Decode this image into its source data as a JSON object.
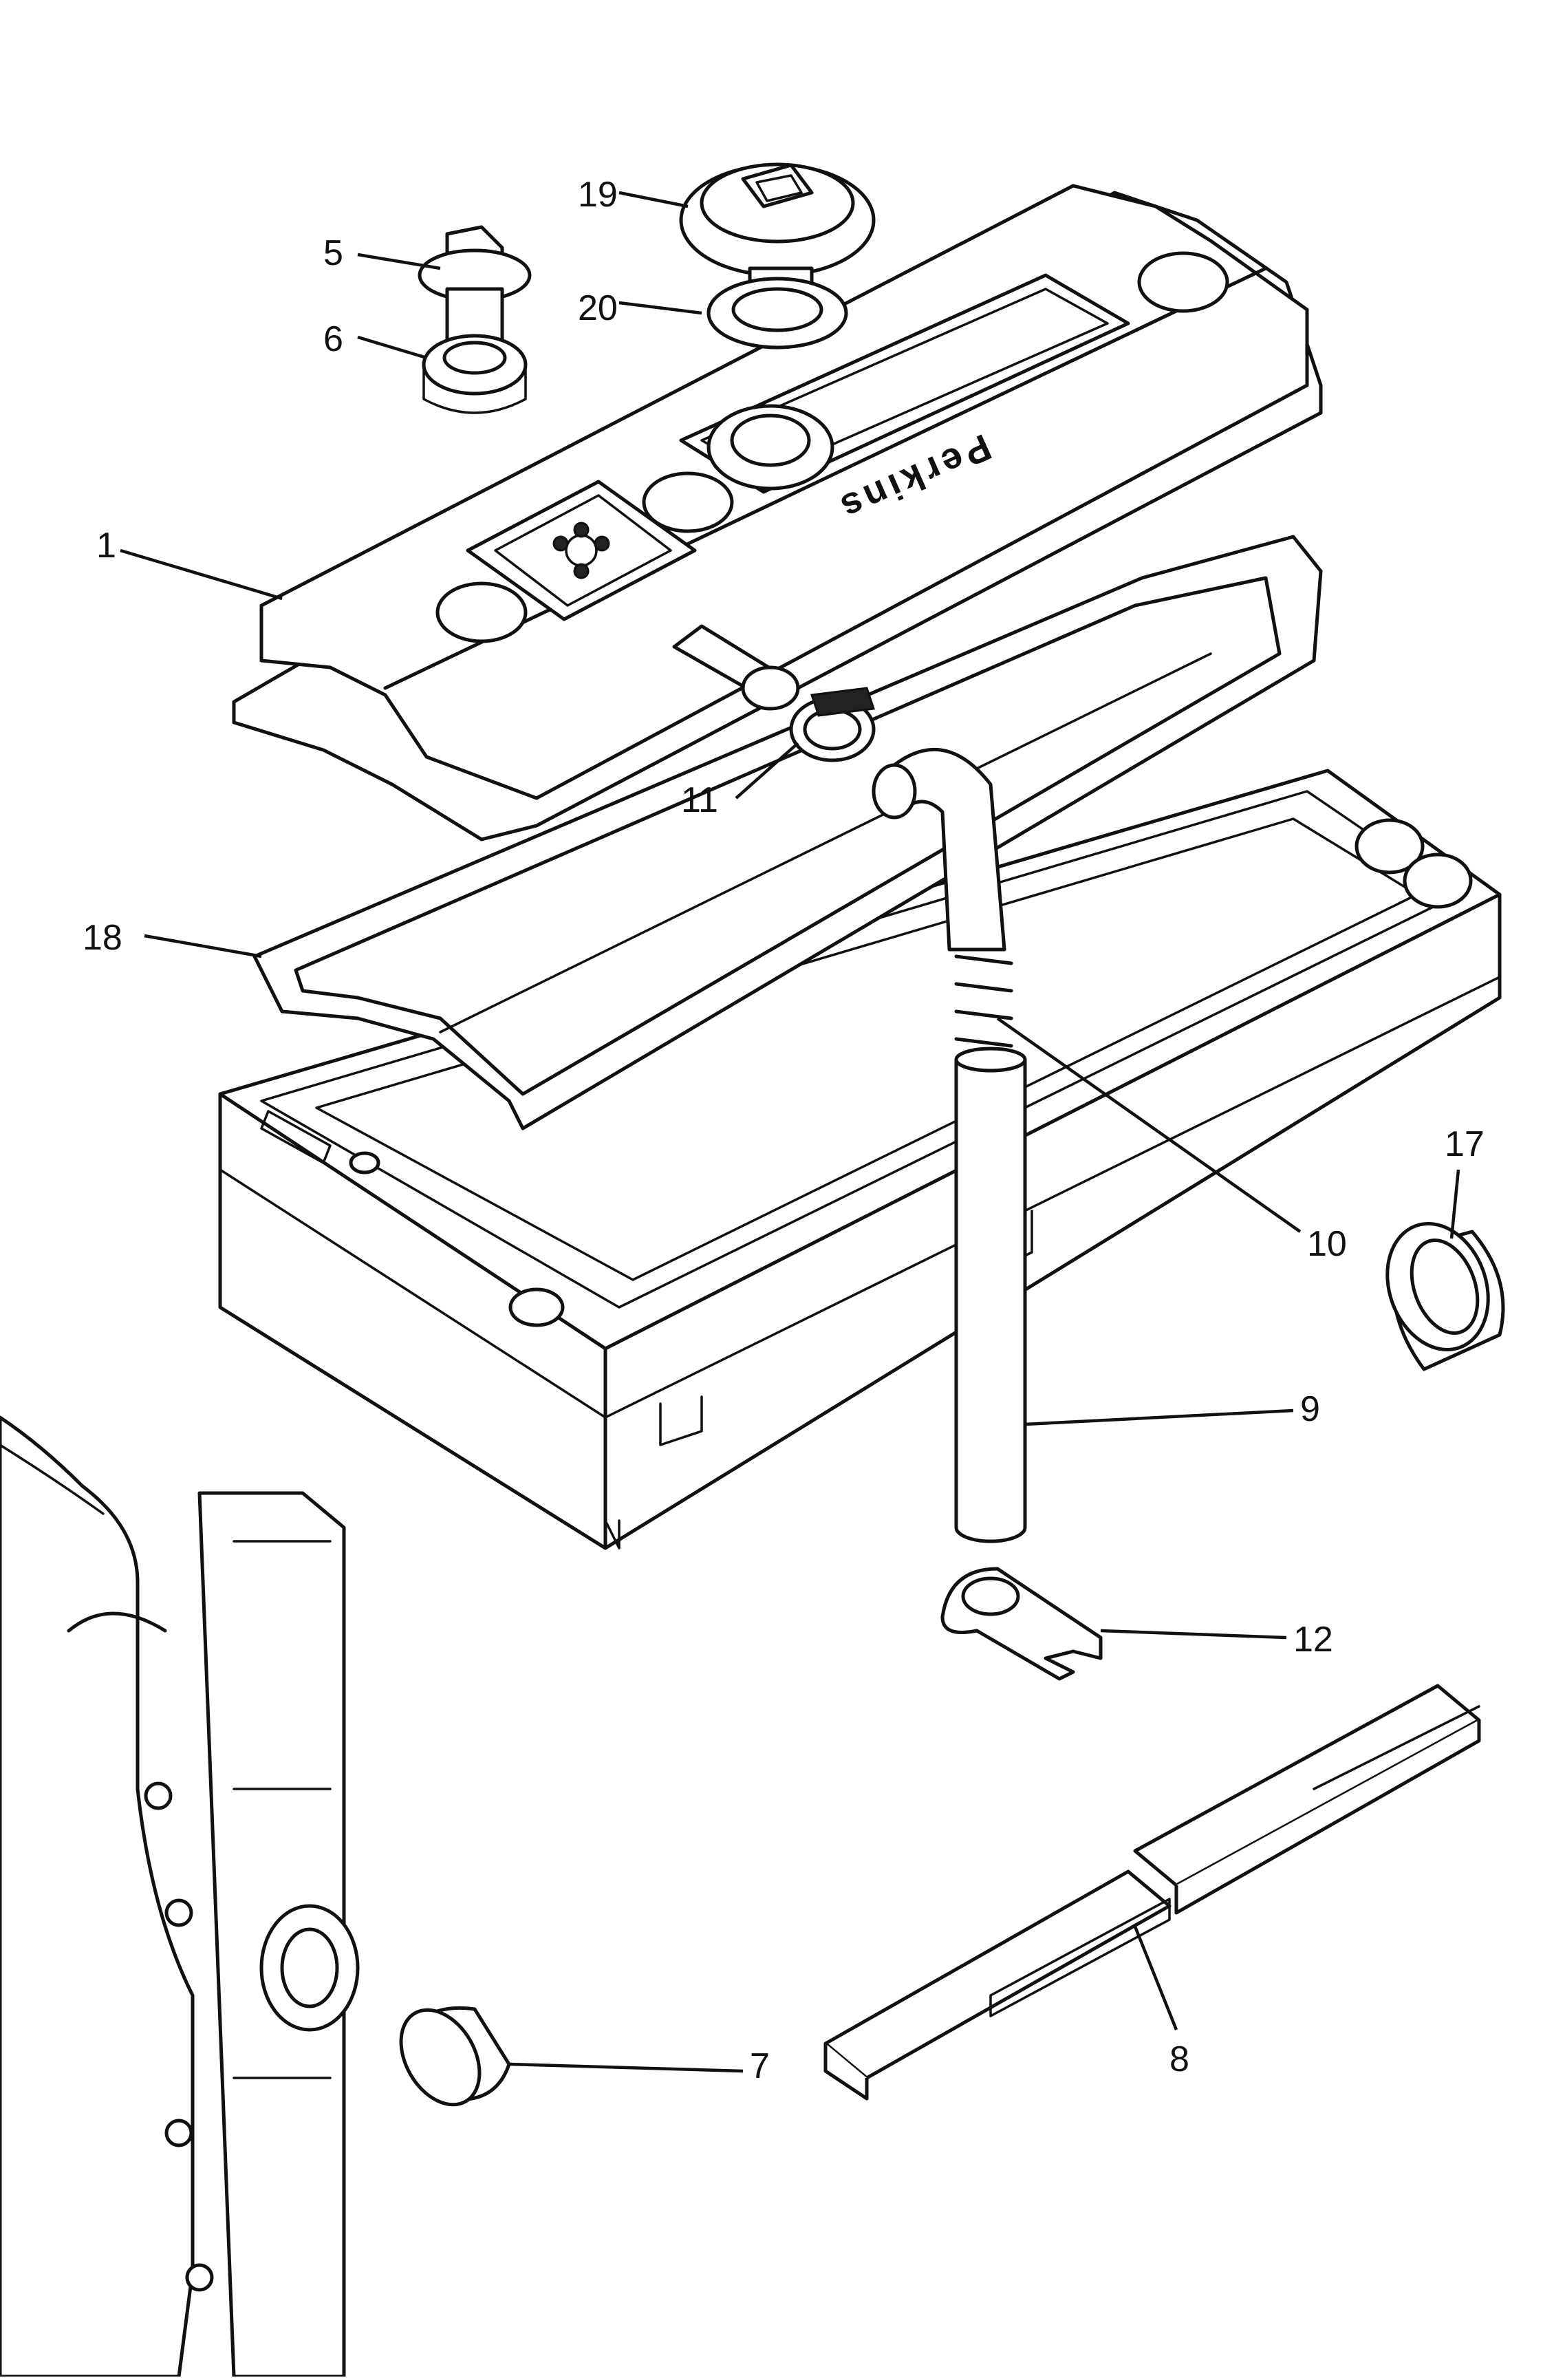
{
  "diagram": {
    "brand_label": "Perkins",
    "callouts": [
      {
        "id": "c1",
        "label": "1"
      },
      {
        "id": "c5",
        "label": "5"
      },
      {
        "id": "c6",
        "label": "6"
      },
      {
        "id": "c7",
        "label": "7"
      },
      {
        "id": "c8",
        "label": "8"
      },
      {
        "id": "c9",
        "label": "9"
      },
      {
        "id": "c10",
        "label": "10"
      },
      {
        "id": "c11",
        "label": "11"
      },
      {
        "id": "c12",
        "label": "12"
      },
      {
        "id": "c17",
        "label": "17"
      },
      {
        "id": "c18",
        "label": "18"
      },
      {
        "id": "c19",
        "label": "19"
      },
      {
        "id": "c20",
        "label": "20"
      }
    ]
  }
}
